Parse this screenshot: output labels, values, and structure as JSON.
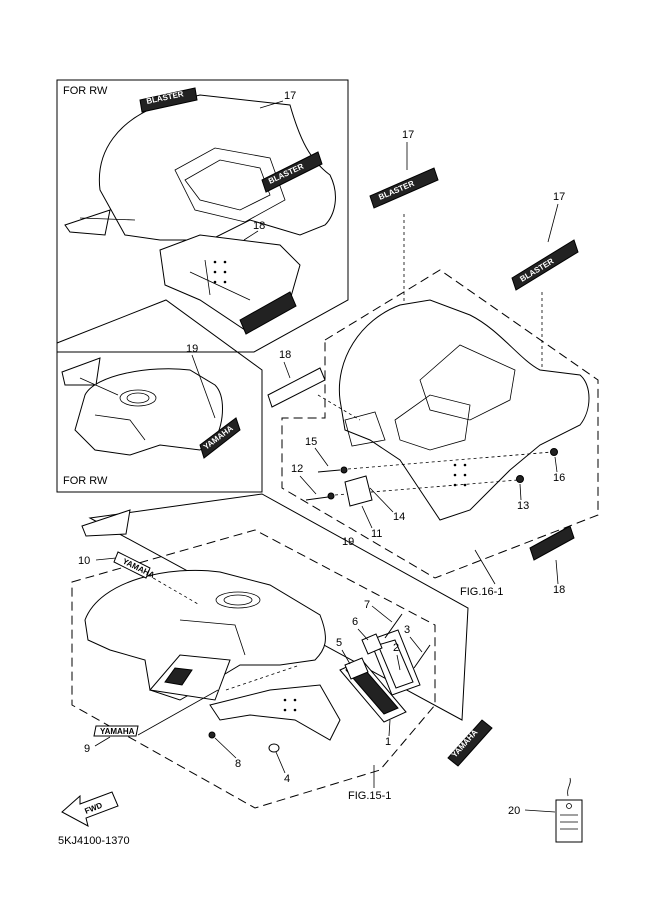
{
  "diagram": {
    "code": "5KJ4100-1370",
    "panel_labels": {
      "for_rw_top": "FOR RW",
      "for_rw_left": "FOR RW"
    },
    "figure_refs": {
      "rear": "FIG.16-1",
      "front": "FIG.15-1"
    },
    "decal_texts": {
      "blaster": "BLASTER",
      "yamaha": "YAMAHA",
      "fwd": "FWD"
    },
    "callouts": {
      "c1": "1",
      "c2": "2",
      "c3": "3",
      "c4": "4",
      "c5": "5",
      "c6": "6",
      "c7": "7",
      "c8": "8",
      "c9": "9",
      "c10": "10",
      "c11": "11",
      "c12": "12",
      "c13": "13",
      "c14": "14",
      "c15": "15",
      "c16": "16",
      "c17a": "17",
      "c17b": "17",
      "c17c": "17",
      "c18a": "18",
      "c18b": "18",
      "c18c": "18",
      "c19a": "19",
      "c19b": "19",
      "c20": "20"
    }
  }
}
